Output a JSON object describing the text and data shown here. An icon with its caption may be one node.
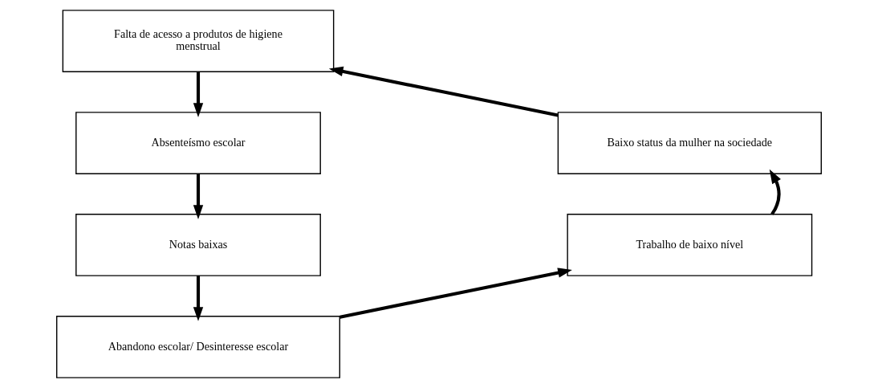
{
  "diagram": {
    "nodes": [
      {
        "text": [
          "Falta de acesso a produtos de higiene menstrual"
        ]
      },
      {
        "text": [
          "Absenteísmo escolar"
        ]
      },
      {
        "text": [
          "Notas baixas"
        ]
      },
      {
        "text": [
          "Abandono escolar/ Desinteresse escolar"
        ]
      },
      {
        "text": [
          "Trabalho de baixo nível"
        ]
      },
      {
        "text": [
          "Baixo status da mulher na sociedade"
        ]
      }
    ],
    "edges": [
      {
        "from": 0,
        "to": 1,
        "arrow": "to"
      },
      {
        "from": 1,
        "to": 2,
        "arrow": "to"
      },
      {
        "from": 2,
        "to": 3,
        "arrow": "to"
      },
      {
        "from": 3,
        "to": 4,
        "arrow": "to"
      },
      {
        "from": 4,
        "to": 5,
        "arrow": "to"
      },
      {
        "from": 5,
        "to": 0,
        "arrow": "to"
      }
    ]
  }
}
